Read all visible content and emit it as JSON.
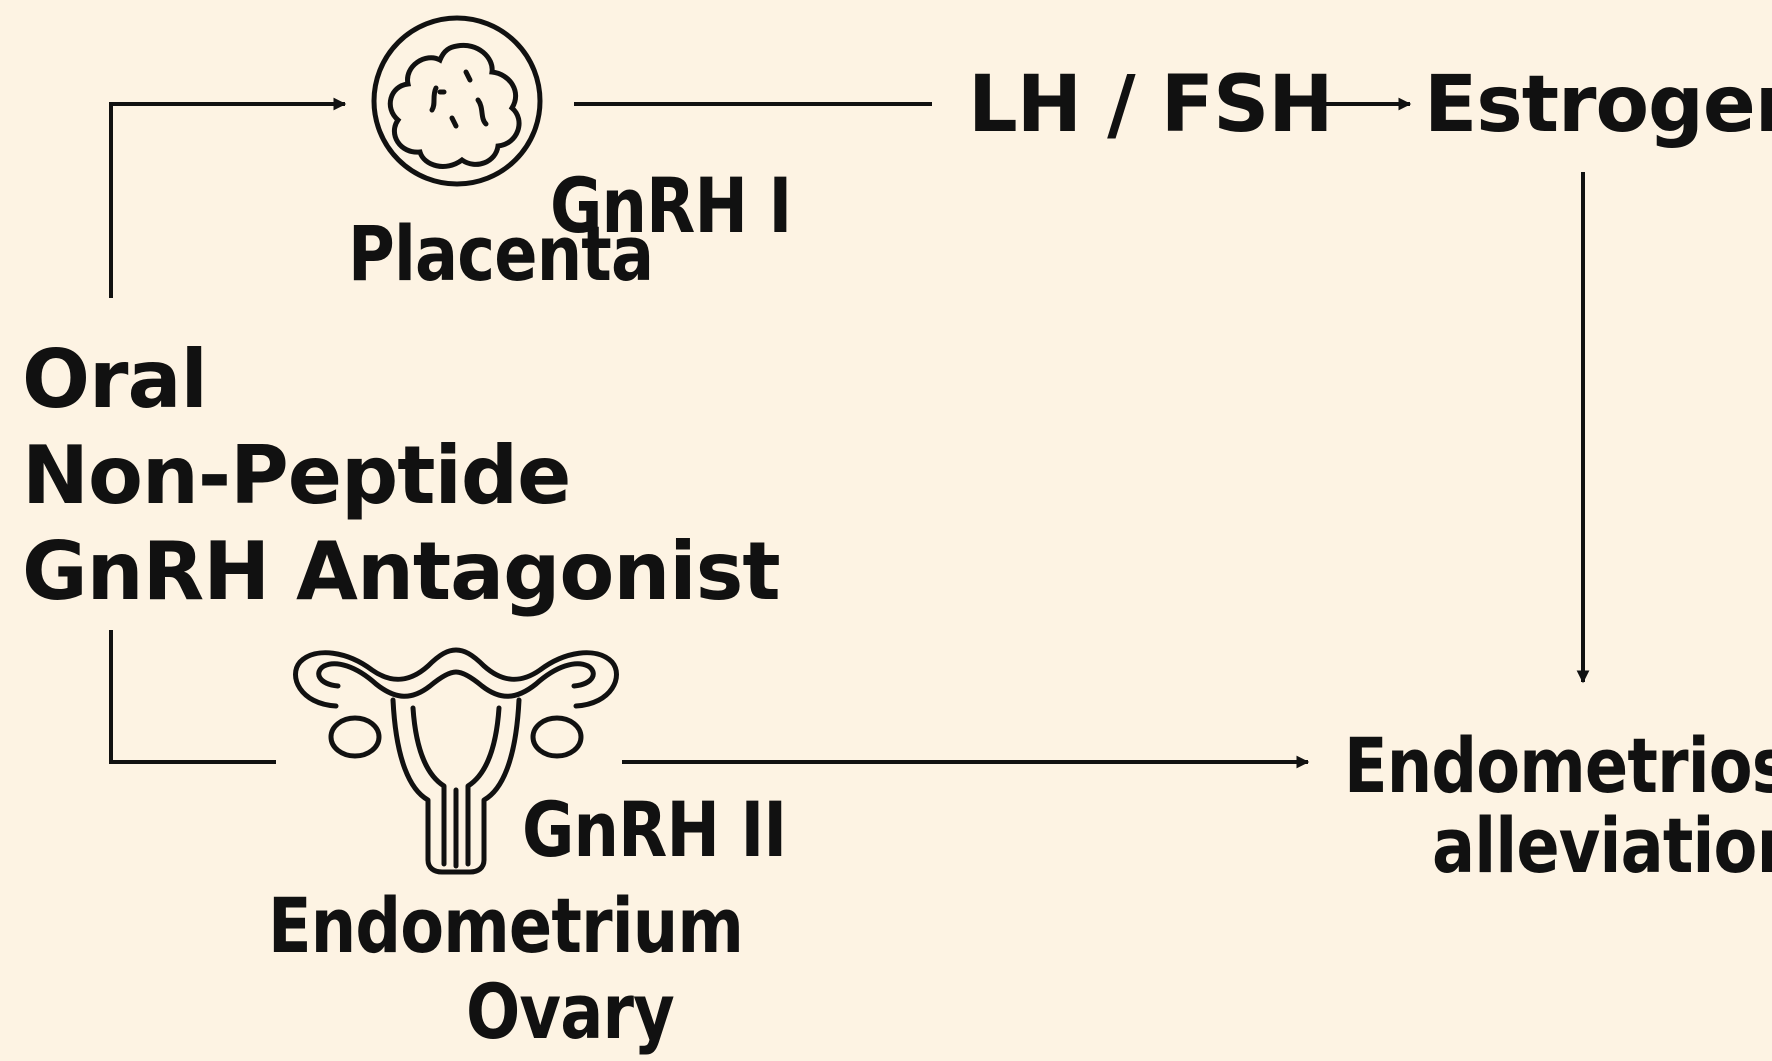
{
  "diagram": {
    "drug": {
      "line1": "Oral",
      "line2": "Non-Peptide",
      "line3": "GnRH Antagonist"
    },
    "upper_pathway": {
      "organ_icon": "placenta-icon",
      "organ_label": "Placenta",
      "receptor_label": "GnRH I",
      "hormones_label": "LH / FSH",
      "result_label": "Estrogen"
    },
    "lower_pathway": {
      "organ_icon": "uterus-icon",
      "receptor_label": "GnRH II",
      "organ_label_line1": "Endometrium",
      "organ_label_line2": "Ovary"
    },
    "outcome": {
      "line1": "Endometriosis",
      "line2": "alleviation"
    }
  },
  "colors": {
    "background": "#FDF3E3",
    "ink": "#111111"
  }
}
